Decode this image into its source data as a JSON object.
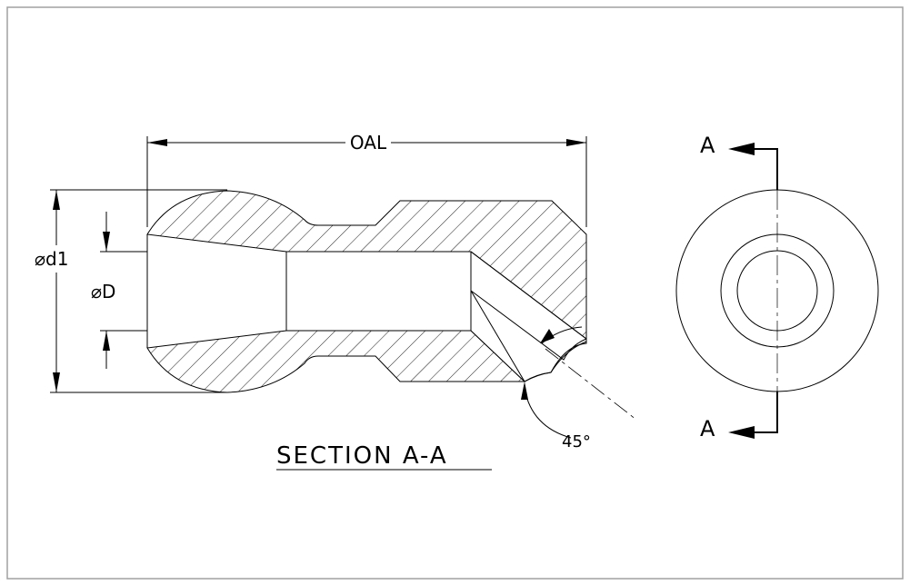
{
  "drawing": {
    "dimension_oal": "OAL",
    "dimension_d1": "⌀d1",
    "dimension_D": "⌀D",
    "angle_label": "45°",
    "section_marker_top": "A",
    "section_marker_bottom": "A",
    "section_title": "SECTION A-A"
  },
  "colors": {
    "line": "#000000",
    "frame": "#a0a0a0",
    "background": "#ffffff"
  }
}
